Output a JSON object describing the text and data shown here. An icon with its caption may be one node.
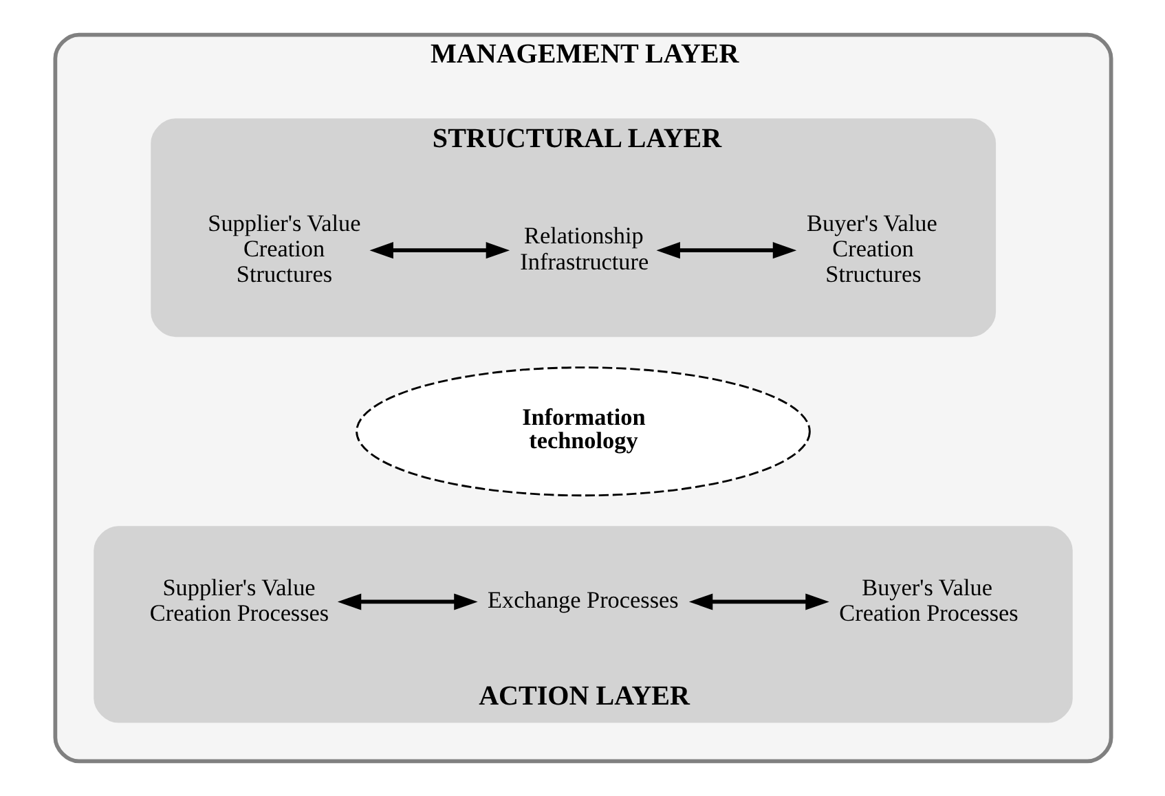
{
  "diagram": {
    "nodes": [
      {
        "text": [
          "MANAGEMENT LAYER"
        ]
      },
      {
        "text": [
          "STRUCTURAL LAYER"
        ],
        "in": 0
      },
      {
        "text": [
          "Supplier's Value Creation Structures"
        ],
        "in": 1
      },
      {
        "text": [
          "Relationship Infrastructure"
        ],
        "in": 1
      },
      {
        "text": [
          "Buyer's Value Creation Structures"
        ],
        "in": 1
      },
      {
        "text": [
          "Information technology"
        ],
        "in": 0
      },
      {
        "text": [
          "ACTION LAYER"
        ],
        "in": 0
      },
      {
        "text": [
          "Supplier's Value Creation Processes"
        ],
        "in": 6
      },
      {
        "text": [
          "Exchange Processes"
        ],
        "in": 6
      },
      {
        "text": [
          "Buyer's Value Creation Processes"
        ],
        "in": 6
      }
    ],
    "edges": [
      {
        "from": 2,
        "to": 3,
        "arrow": "both"
      },
      {
        "from": 3,
        "to": 4,
        "arrow": "both"
      },
      {
        "from": 7,
        "to": 8,
        "arrow": "both"
      },
      {
        "from": 8,
        "to": 9,
        "arrow": "both"
      }
    ]
  }
}
